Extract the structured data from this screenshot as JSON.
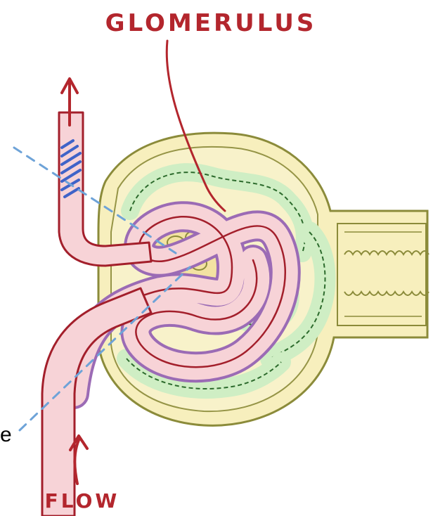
{
  "labels": {
    "glomerulus": "GLOMERULUS",
    "flow": "FLOW",
    "edge_fragment": "e"
  },
  "colors": {
    "label_red": "#b3262d",
    "capillary_pink": "#f7d3d7",
    "capillary_outline": "#a31f2b",
    "basement_membrane_purple": "#9b6bb5",
    "podocyte_green": "#cfeec4",
    "podocyte_outline": "#2d6b2d",
    "capsule_yellow": "#f7efbd",
    "capsule_outline": "#8b8b3a",
    "mesangium_yellow": "#f3e2a2",
    "dashed_line_blue": "#6ea3d8",
    "stripe_blue": "#3f63c8"
  },
  "icons": {
    "flow_in": "arrow-up-icon",
    "flow_out": "arrow-up-icon"
  }
}
